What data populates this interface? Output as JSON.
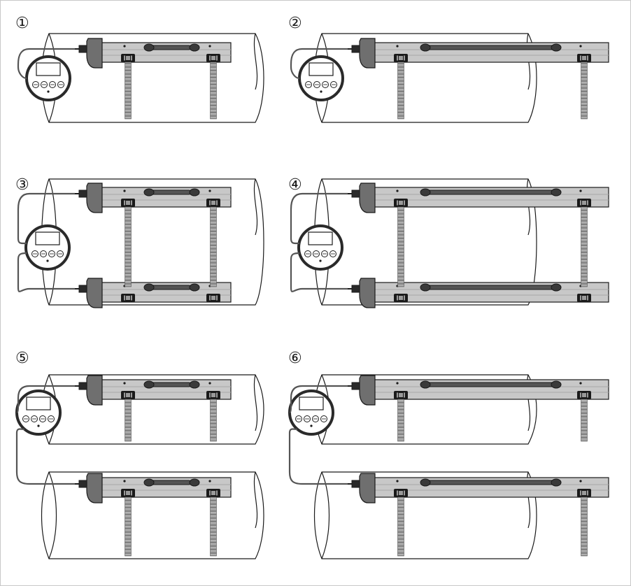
{
  "panels": [
    {
      "label": "①",
      "rail": "short",
      "config": "single"
    },
    {
      "label": "②",
      "rail": "long",
      "config": "single"
    },
    {
      "label": "③",
      "rail": "short",
      "config": "opposite"
    },
    {
      "label": "④",
      "rail": "long",
      "config": "opposite"
    },
    {
      "label": "⑤",
      "rail": "short",
      "config": "two-pipes"
    },
    {
      "label": "⑥",
      "rail": "long",
      "config": "two-pipes"
    }
  ],
  "colors": {
    "line": "#1a1a1a",
    "pipe_fill": "#ffffff",
    "rail_fill": "#c8c8c8",
    "rail_edge": "#a8a8a8",
    "sensor_body": "#6f6f6f",
    "band_fill": "#b4b4b4",
    "cable": "#555555",
    "frame": "#c8c8c8"
  },
  "icons": [
    "flowmeter-converter-icon",
    "clamp-on-sensor-icon",
    "mounting-rail-icon",
    "strap-band-icon",
    "pipe-icon"
  ]
}
